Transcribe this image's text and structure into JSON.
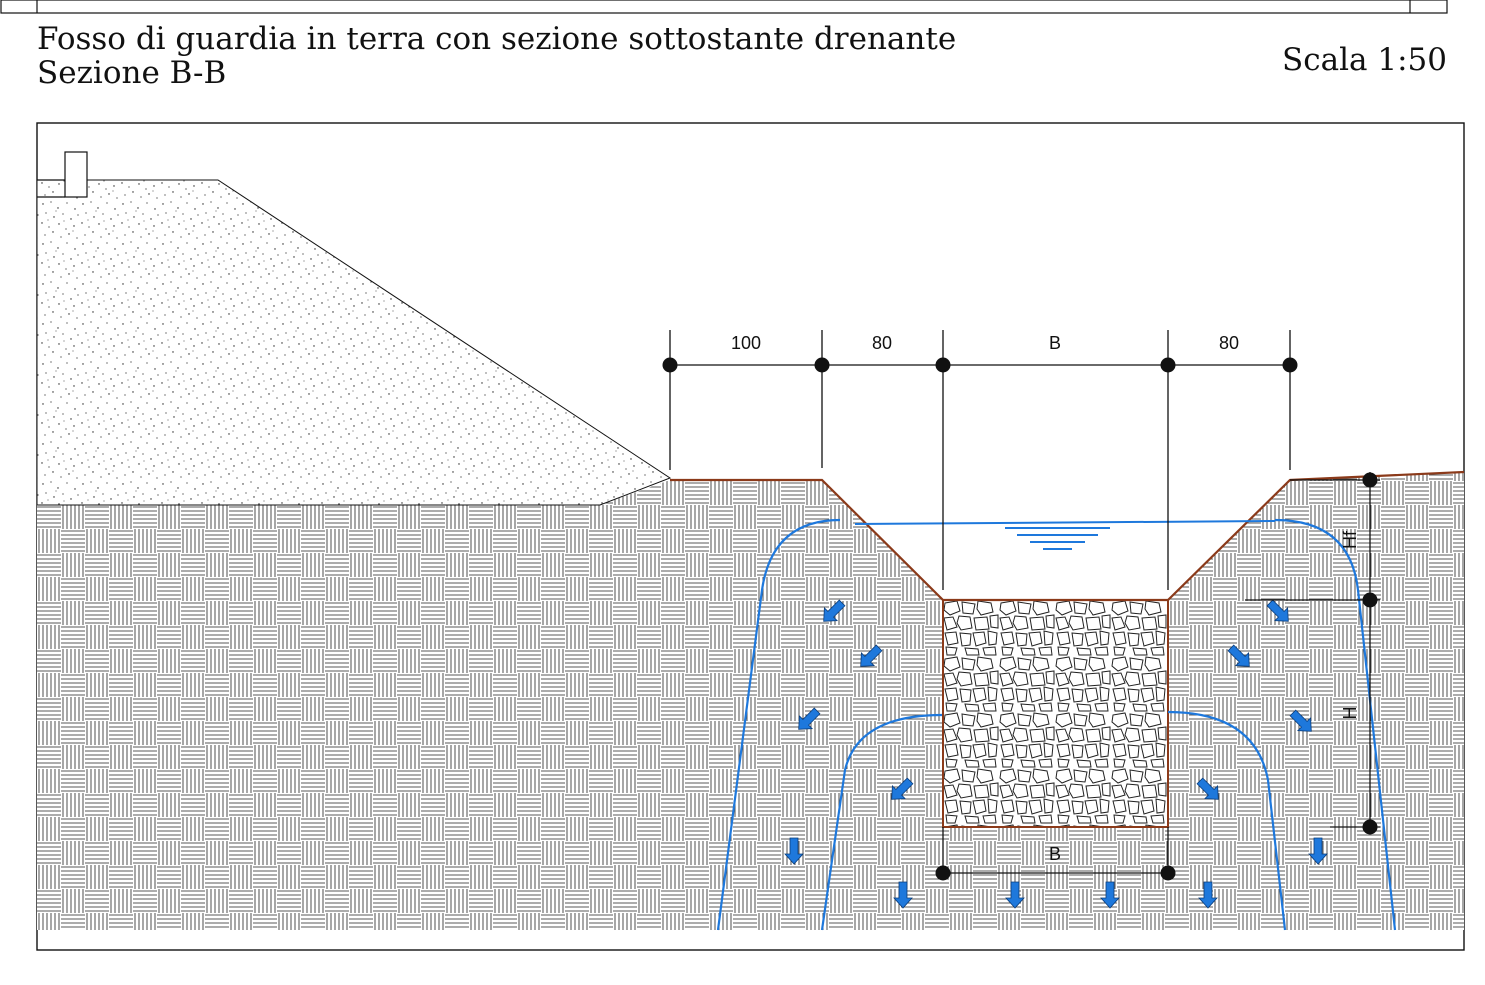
{
  "title": {
    "line1": "Fosso di guardia in terra con sezione sottostante drenante",
    "line2": "Sezione B-B"
  },
  "scale_label": "Scala 1:50",
  "dimensions": {
    "top": [
      "100",
      "80",
      "B",
      "80"
    ],
    "bottom": "B",
    "hf": "Hf",
    "h": "H"
  },
  "colors": {
    "water": "#1e78dc",
    "arrow": "#1e78dc",
    "ground_line": "#8b3a1a",
    "outline": "#111111"
  },
  "icons": [
    "flow-arrow-icon",
    "water-level-icon",
    "dimension-node-icon"
  ]
}
